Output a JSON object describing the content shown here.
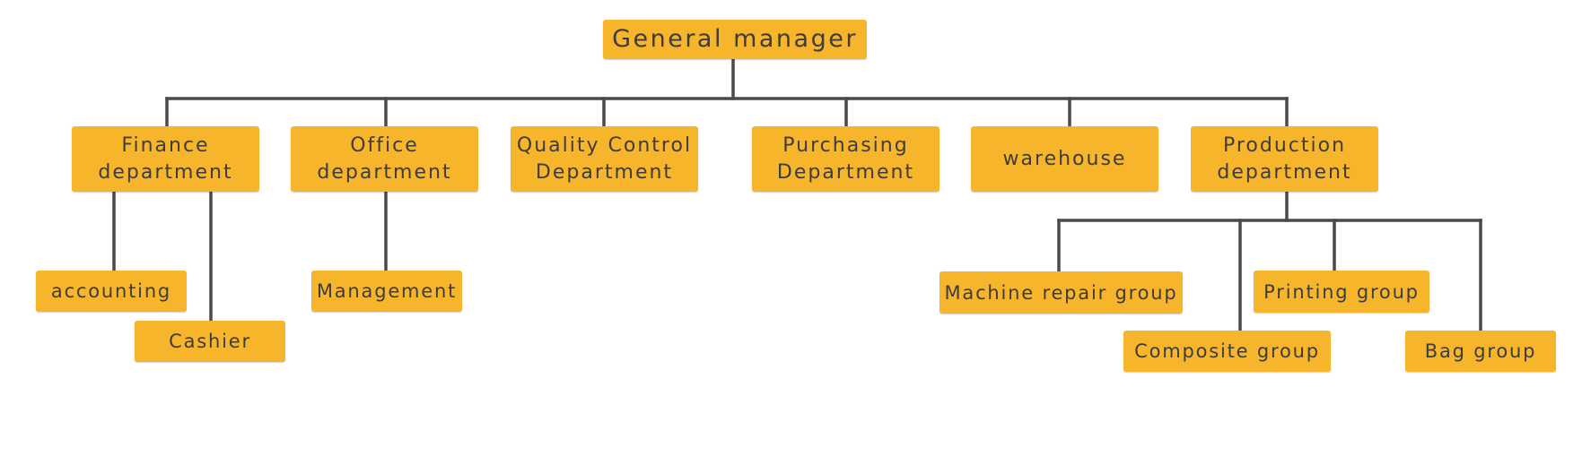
{
  "org_chart": {
    "colors": {
      "box_fill": "#f7b52b",
      "box_text": "#3d3d3d",
      "connector": "#4a4a4a"
    },
    "root": {
      "label": "General manager"
    },
    "departments": [
      {
        "label": "Finance\ndepartment"
      },
      {
        "label": "Office\ndepartment"
      },
      {
        "label": "Quality Control\nDepartment"
      },
      {
        "label": "Purchasing\nDepartment"
      },
      {
        "label": "warehouse"
      },
      {
        "label": "Production\ndepartment"
      }
    ],
    "sub_units": {
      "finance": [
        {
          "label": "accounting"
        },
        {
          "label": "Cashier"
        }
      ],
      "office": [
        {
          "label": "Management"
        }
      ],
      "production": [
        {
          "label": "Machine repair group"
        },
        {
          "label": "Composite group"
        },
        {
          "label": "Printing group"
        },
        {
          "label": "Bag group"
        }
      ]
    }
  }
}
